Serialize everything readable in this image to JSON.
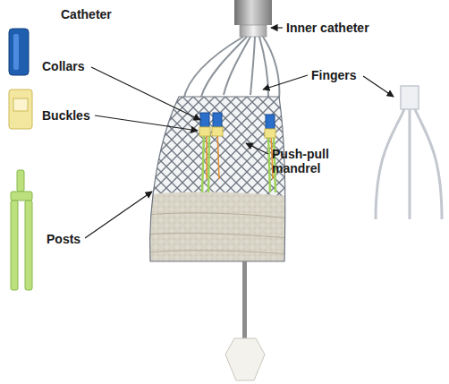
{
  "diagram": {
    "labels": [
      "Catheter",
      "Inner catheter",
      "Collars",
      "Buckles",
      "Fingers",
      "Push-pull mandrel",
      "Posts"
    ]
  }
}
